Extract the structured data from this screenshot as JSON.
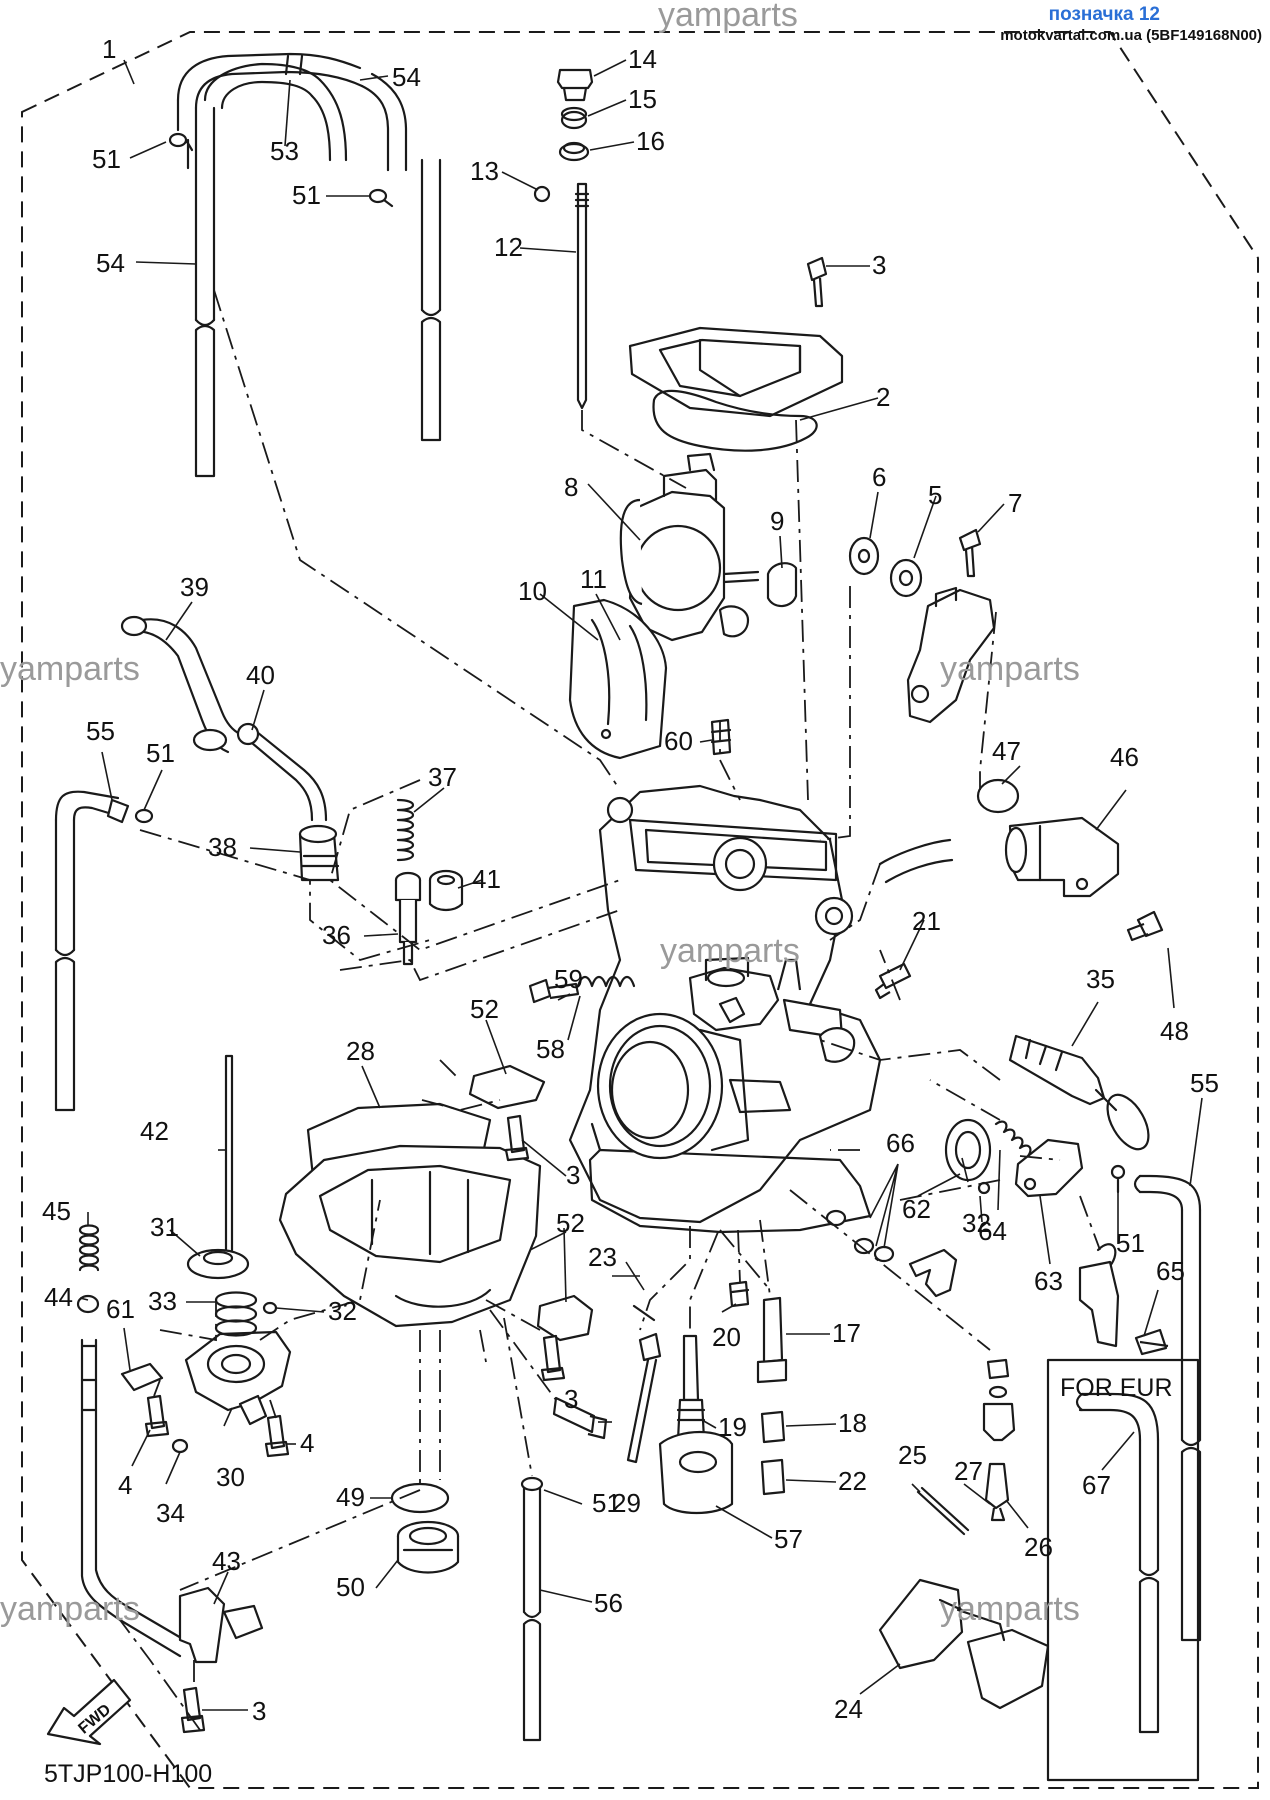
{
  "header": {
    "title": "позначка 12",
    "source": "motokvartal.com.ua (5BF149168N00)"
  },
  "watermark": "yamparts",
  "diagram_code": "5TJP100-H100",
  "region_label": "FOR EUR",
  "fwd_label": "FWD",
  "callouts": [
    {
      "id": "c1",
      "label": "1"
    },
    {
      "id": "c2",
      "label": "2"
    },
    {
      "id": "c3a",
      "label": "3"
    },
    {
      "id": "c3b",
      "label": "3"
    },
    {
      "id": "c3c",
      "label": "3"
    },
    {
      "id": "c3d",
      "label": "3"
    },
    {
      "id": "c4a",
      "label": "4"
    },
    {
      "id": "c4b",
      "label": "4"
    },
    {
      "id": "c5",
      "label": "5"
    },
    {
      "id": "c6",
      "label": "6"
    },
    {
      "id": "c7",
      "label": "7"
    },
    {
      "id": "c8",
      "label": "8"
    },
    {
      "id": "c9",
      "label": "9"
    },
    {
      "id": "c10",
      "label": "10"
    },
    {
      "id": "c11",
      "label": "11"
    },
    {
      "id": "c12",
      "label": "12"
    },
    {
      "id": "c13",
      "label": "13"
    },
    {
      "id": "c14",
      "label": "14"
    },
    {
      "id": "c15",
      "label": "15"
    },
    {
      "id": "c16",
      "label": "16"
    },
    {
      "id": "c17",
      "label": "17"
    },
    {
      "id": "c18",
      "label": "18"
    },
    {
      "id": "c19",
      "label": "19"
    },
    {
      "id": "c20",
      "label": "20"
    },
    {
      "id": "c21",
      "label": "21"
    },
    {
      "id": "c22",
      "label": "22"
    },
    {
      "id": "c23",
      "label": "23"
    },
    {
      "id": "c24",
      "label": "24"
    },
    {
      "id": "c25",
      "label": "25"
    },
    {
      "id": "c26",
      "label": "26"
    },
    {
      "id": "c27",
      "label": "27"
    },
    {
      "id": "c28",
      "label": "28"
    },
    {
      "id": "c29",
      "label": "29"
    },
    {
      "id": "c30",
      "label": "30"
    },
    {
      "id": "c31",
      "label": "31"
    },
    {
      "id": "c32a",
      "label": "32"
    },
    {
      "id": "c32b",
      "label": "32"
    },
    {
      "id": "c33",
      "label": "33"
    },
    {
      "id": "c34",
      "label": "34"
    },
    {
      "id": "c35",
      "label": "35"
    },
    {
      "id": "c36",
      "label": "36"
    },
    {
      "id": "c37",
      "label": "37"
    },
    {
      "id": "c38",
      "label": "38"
    },
    {
      "id": "c39",
      "label": "39"
    },
    {
      "id": "c40",
      "label": "40"
    },
    {
      "id": "c41",
      "label": "41"
    },
    {
      "id": "c42",
      "label": "42"
    },
    {
      "id": "c43",
      "label": "43"
    },
    {
      "id": "c44",
      "label": "44"
    },
    {
      "id": "c45",
      "label": "45"
    },
    {
      "id": "c46",
      "label": "46"
    },
    {
      "id": "c47",
      "label": "47"
    },
    {
      "id": "c48",
      "label": "48"
    },
    {
      "id": "c49",
      "label": "49"
    },
    {
      "id": "c50",
      "label": "50"
    },
    {
      "id": "c51a",
      "label": "51"
    },
    {
      "id": "c51b",
      "label": "51"
    },
    {
      "id": "c51c",
      "label": "51"
    },
    {
      "id": "c51d",
      "label": "51"
    },
    {
      "id": "c51e",
      "label": "51"
    },
    {
      "id": "c52a",
      "label": "52"
    },
    {
      "id": "c52b",
      "label": "52"
    },
    {
      "id": "c53",
      "label": "53"
    },
    {
      "id": "c54a",
      "label": "54"
    },
    {
      "id": "c54b",
      "label": "54"
    },
    {
      "id": "c55a",
      "label": "55"
    },
    {
      "id": "c55b",
      "label": "55"
    },
    {
      "id": "c56",
      "label": "56"
    },
    {
      "id": "c57",
      "label": "57"
    },
    {
      "id": "c58",
      "label": "58"
    },
    {
      "id": "c59",
      "label": "59"
    },
    {
      "id": "c60",
      "label": "60"
    },
    {
      "id": "c61",
      "label": "61"
    },
    {
      "id": "c62",
      "label": "62"
    },
    {
      "id": "c63",
      "label": "63"
    },
    {
      "id": "c64",
      "label": "64"
    },
    {
      "id": "c65",
      "label": "65"
    },
    {
      "id": "c66",
      "label": "66"
    },
    {
      "id": "c67",
      "label": "67"
    }
  ]
}
